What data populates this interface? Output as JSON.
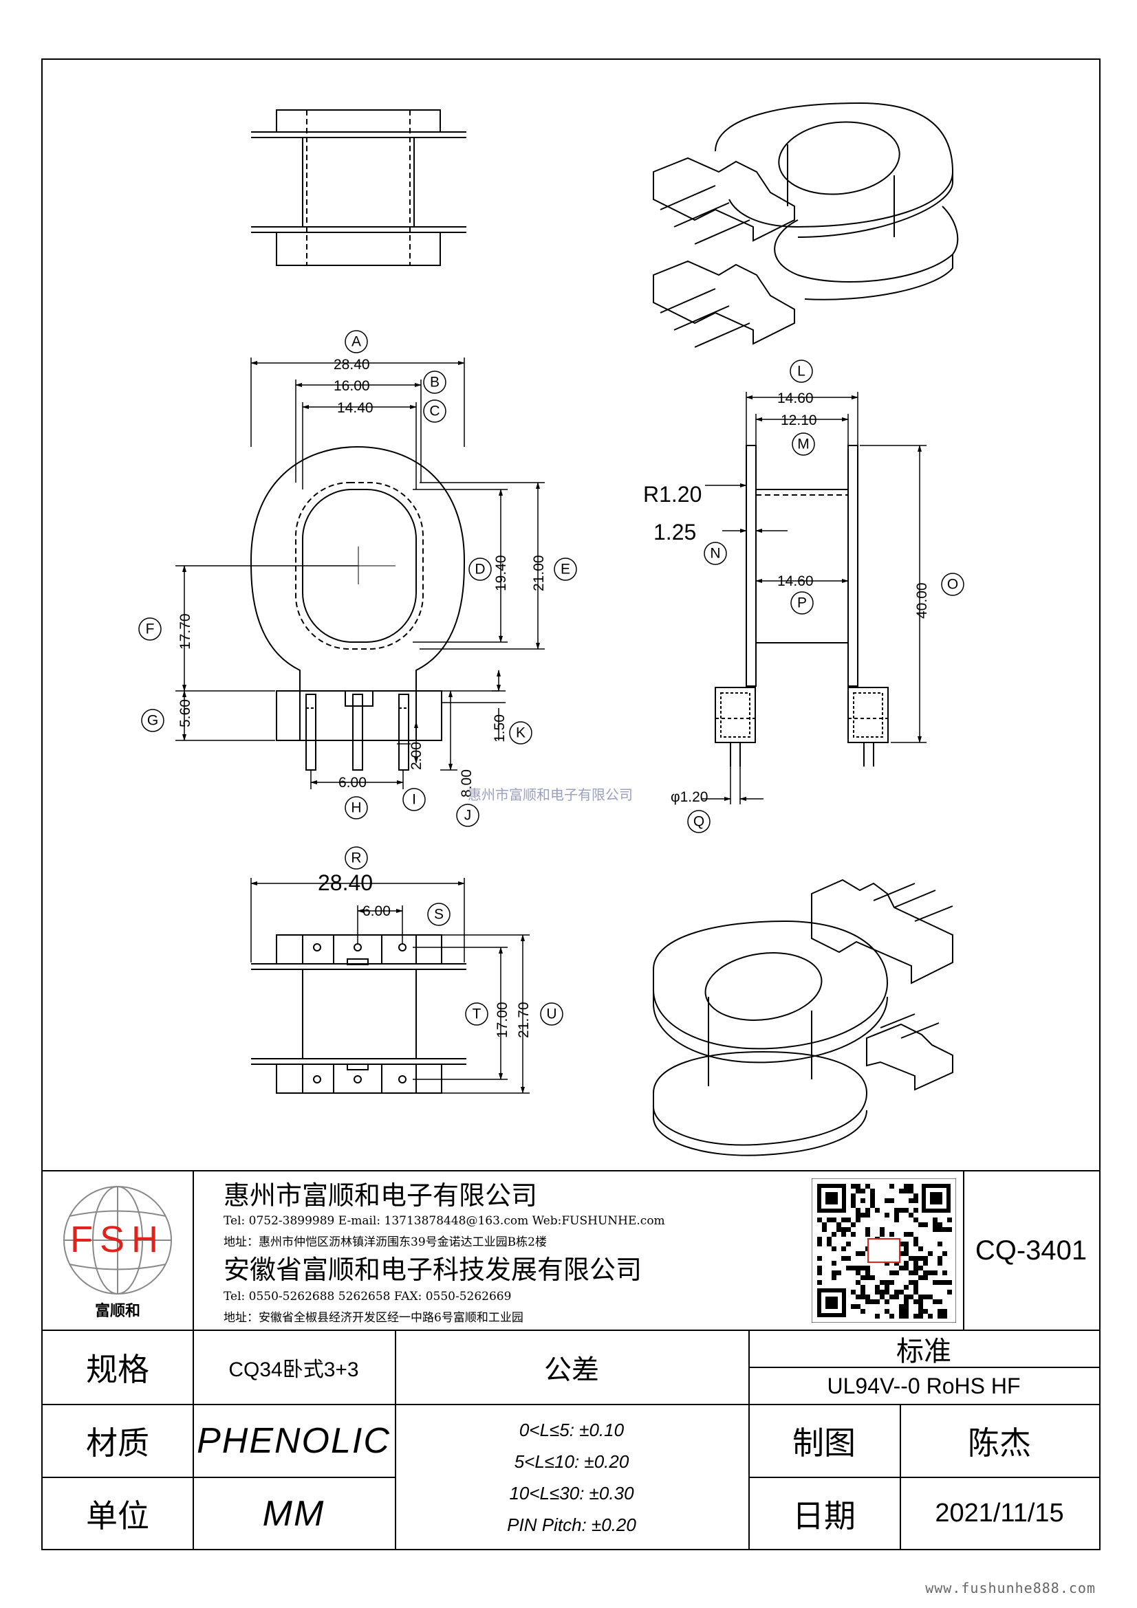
{
  "drawing": {
    "dimensions": {
      "A": "28.40",
      "B": "16.00",
      "C": "14.40",
      "D": "19.40",
      "E": "21.00",
      "F": "17.70",
      "G": "5.60",
      "H": "6.00",
      "I": "2.00",
      "J": "8.00",
      "K": "1.50",
      "L": "14.60",
      "M": "12.10",
      "R120": "R1.20",
      "N": "1.25",
      "O": "40.00",
      "P": "14.60",
      "Q": "φ1.20",
      "R": "28.40",
      "S": "6.00",
      "T": "17.00",
      "U": "21.70"
    },
    "callouts": [
      "A",
      "B",
      "C",
      "D",
      "E",
      "F",
      "G",
      "H",
      "I",
      "J",
      "K",
      "L",
      "M",
      "N",
      "O",
      "P",
      "Q",
      "R",
      "S",
      "T",
      "U"
    ],
    "watermark": "惠州市富顺和电子有限公司"
  },
  "title_block": {
    "logo_text": "FSH",
    "logo_caption": "富顺和",
    "company1": "惠州市富顺和电子有限公司",
    "contact1": "Tel:  0752-3899989  E-mail: 13713878448@163.com  Web:FUSHUNHE.com",
    "address1": "地址：惠州市仲恺区沥林镇洋沥围东39号金诺达工业园B栋2楼",
    "company2": "安徽省富顺和电子科技发展有限公司",
    "contact2": "Tel:  0550-5262688  5262658      FAX: 0550-5262669",
    "address2": "地址：安徽省全椒县经济开发区经一中路6号富顺和工业园",
    "part_no": "CQ-3401",
    "spec_label": "规格",
    "spec_value": "CQ34卧式3+3",
    "tolerance_label": "公差",
    "tolerances": [
      "0<L≤5: ±0.10",
      "5<L≤10: ±0.20",
      "10<L≤30: ±0.30",
      "PIN Pitch: ±0.20"
    ],
    "standard_label": "标准",
    "standard_value": "UL94V--0  RoHS HF",
    "material_label": "材质",
    "material_value": "PHENOLIC",
    "drawn_label": "制图",
    "drawn_value": "陈杰",
    "unit_label": "单位",
    "unit_value": "MM",
    "date_label": "日期",
    "date_value": "2021/11/15"
  },
  "footer_url": "www.fushunhe888.com",
  "colors": {
    "logo_red": "#e0221b",
    "line": "#000000"
  }
}
